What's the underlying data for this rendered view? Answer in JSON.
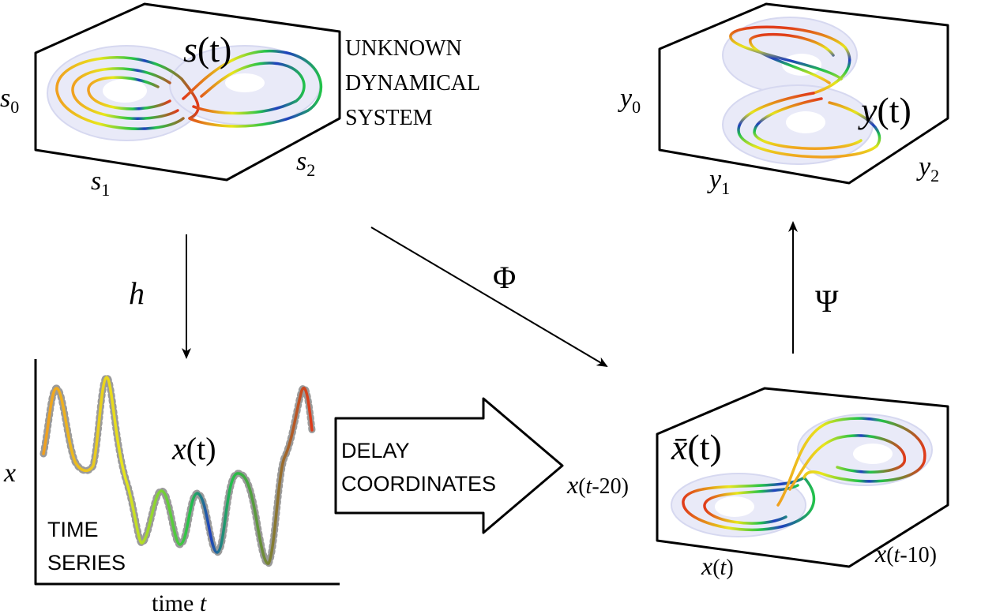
{
  "panels": {
    "unknown_system": {
      "state_label_base": "s",
      "state_label_arg": "(t)",
      "axis_0_base": "s",
      "axis_0_sub": "0",
      "axis_1_base": "s",
      "axis_1_sub": "1",
      "axis_2_base": "s",
      "axis_2_sub": "2",
      "title_lines": [
        "UNKNOWN",
        "DYNAMICAL",
        "SYSTEM"
      ]
    },
    "reconstructed_system": {
      "state_label_base": "y",
      "state_label_arg": "(t)",
      "axis_0_base": "y",
      "axis_0_sub": "0",
      "axis_1_base": "y",
      "axis_1_sub": "1",
      "axis_2_base": "y",
      "axis_2_sub": "2"
    },
    "time_series": {
      "signal_label_base": "x",
      "signal_label_arg": "(t)",
      "y_axis_label": "x",
      "x_axis_label_text": "time ",
      "x_axis_label_var": "t",
      "title_lines": [
        "TIME",
        "SERIES"
      ]
    },
    "delay_embedding": {
      "state_label_base": "x̄",
      "state_label_arg": "(t)",
      "axis_left_base": "x",
      "axis_left_open": "(",
      "axis_left_var": "t",
      "axis_left_rest": "-20)",
      "axis_bottom_base": "x",
      "axis_bottom_open": "(",
      "axis_bottom_var": "t",
      "axis_bottom_rest": ")",
      "axis_right_base": "x",
      "axis_right_open": "(",
      "axis_right_var": "t",
      "axis_right_rest": "-10)"
    }
  },
  "maps": {
    "observation": "h",
    "embedding": "Φ",
    "decoder": "Ψ"
  },
  "delay_arrow": {
    "lines": [
      "DELAY",
      "COORDINATES"
    ]
  },
  "colors": {
    "trajectory_gradient": [
      "#1f3fbf",
      "#22c24a",
      "#e8e61c",
      "#f0a020",
      "#e03a1a"
    ],
    "attractor_halo": "#e9eaf8",
    "sample_points": "#9a9a9a"
  }
}
